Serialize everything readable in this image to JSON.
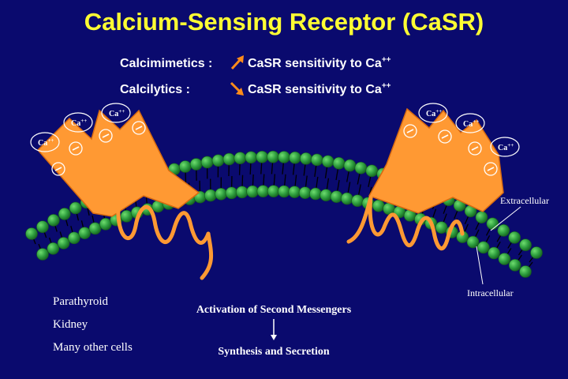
{
  "title": "Calcium-Sensing Receptor (CaSR)",
  "rows": [
    {
      "label": "Calcimimetics :",
      "text": "CaSR sensitivity to Ca",
      "sup": "++",
      "arrow": "up-arrow-icon"
    },
    {
      "label": "Calcilytics :",
      "text": "CaSR sensitivity to Ca",
      "sup": "++",
      "arrow": "down-arrow-icon"
    }
  ],
  "ion_label": "Ca",
  "ion_sup": "++",
  "membrane_labels": {
    "extracellular": "Extracellular",
    "intracellular": "Intracellular"
  },
  "cells": [
    "Parathyroid",
    "Kidney",
    "Many other cells"
  ],
  "pathway": {
    "step1": "Activation of Second Messengers",
    "step2": "Synthesis and Secretion"
  },
  "colors": {
    "background": "#0a0a6e",
    "title": "#ffff33",
    "receptor": "#ff9933",
    "lipid": "#2e9e3e",
    "arrow": "#ff8c1a"
  }
}
